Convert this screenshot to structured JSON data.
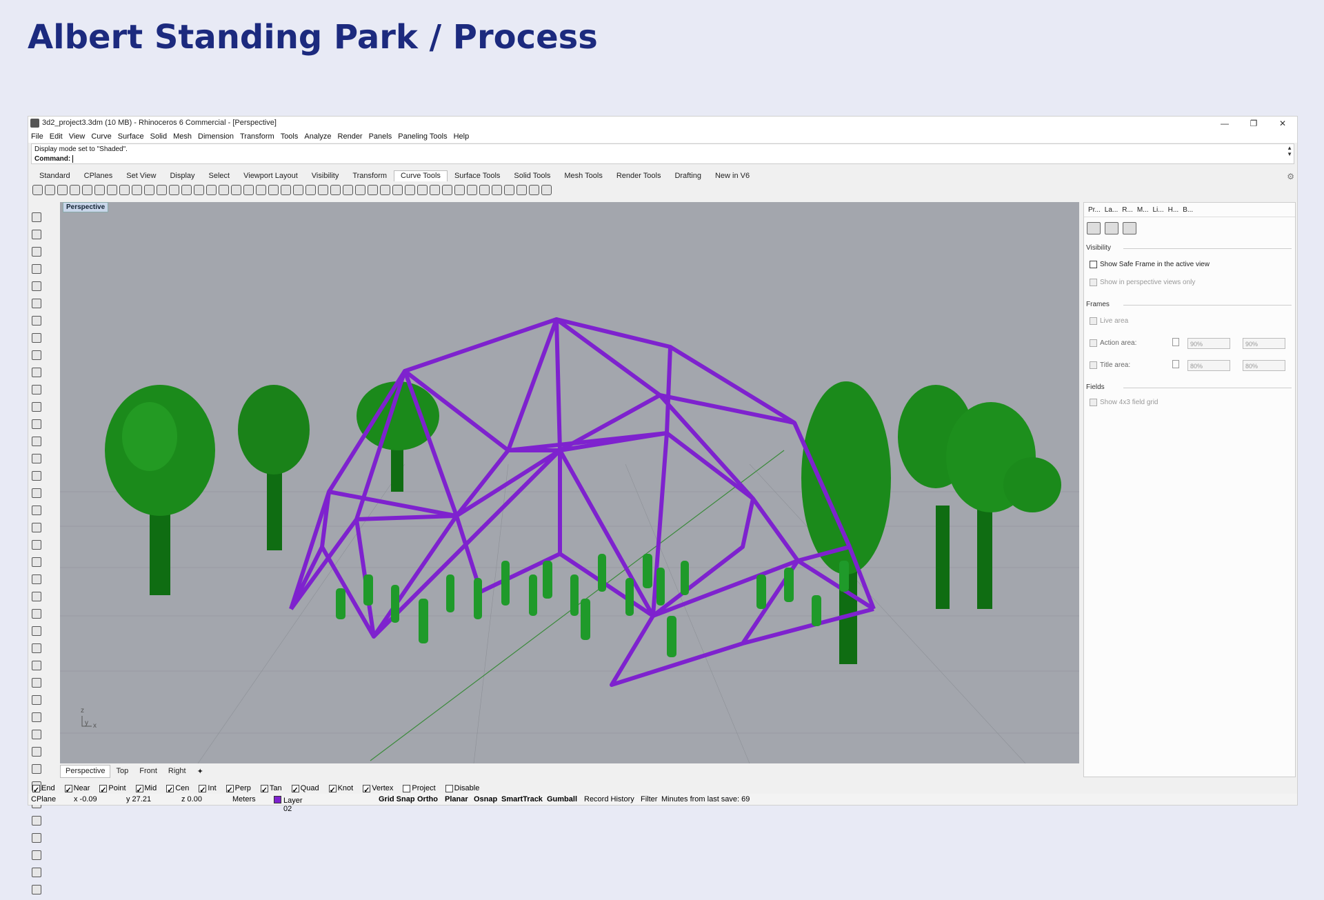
{
  "page": {
    "title": "Albert Standing Park / Process"
  },
  "window": {
    "title": "3d2_project3.3dm (10 MB) - Rhinoceros 6 Commercial - [Perspective]",
    "buttons": [
      "—",
      "❐",
      "✕"
    ]
  },
  "menu": [
    "File",
    "Edit",
    "View",
    "Curve",
    "Surface",
    "Solid",
    "Mesh",
    "Dimension",
    "Transform",
    "Tools",
    "Analyze",
    "Render",
    "Panels",
    "Paneling Tools",
    "Help"
  ],
  "command": {
    "history": "Display mode set to \"Shaded\".",
    "prompt": "Command:"
  },
  "toolbar_tabs": [
    "Standard",
    "CPlanes",
    "Set View",
    "Display",
    "Select",
    "Viewport Layout",
    "Visibility",
    "Transform",
    "Curve Tools",
    "Surface Tools",
    "Solid Tools",
    "Mesh Tools",
    "Render Tools",
    "Drafting",
    "New in V6"
  ],
  "active_toolbar_tab": "Curve Tools",
  "viewport": {
    "label": "Perspective",
    "axes": {
      "z": "z",
      "y": "y",
      "x": "x"
    }
  },
  "viewport_tabs": [
    "Perspective",
    "Top",
    "Front",
    "Right",
    "✦"
  ],
  "panel": {
    "tabs": [
      "Pr...",
      "La...",
      "R...",
      "M...",
      "Li...",
      "H...",
      "B..."
    ],
    "sections": {
      "visibility": "Visibility",
      "frames": "Frames",
      "fields": "Fields"
    },
    "show_safe_frame": "Show Safe Frame in the active view",
    "perspective_only": "Show in perspective views only",
    "live_area": "Live area",
    "action_area": {
      "label": "Action area:",
      "v1": "90%",
      "v2": "90%"
    },
    "title_area": {
      "label": "Title area:",
      "v1": "80%",
      "v2": "80%"
    },
    "field_grid": "Show 4x3 field grid"
  },
  "osnaps": [
    {
      "label": "End",
      "checked": true
    },
    {
      "label": "Near",
      "checked": true
    },
    {
      "label": "Point",
      "checked": true
    },
    {
      "label": "Mid",
      "checked": true
    },
    {
      "label": "Cen",
      "checked": true
    },
    {
      "label": "Int",
      "checked": true
    },
    {
      "label": "Perp",
      "checked": true
    },
    {
      "label": "Tan",
      "checked": true
    },
    {
      "label": "Quad",
      "checked": true
    },
    {
      "label": "Knot",
      "checked": true
    },
    {
      "label": "Vertex",
      "checked": true
    },
    {
      "label": "Project",
      "checked": false
    },
    {
      "label": "Disable",
      "checked": false
    }
  ],
  "status": {
    "cplane": "CPlane",
    "x": "x -0.09",
    "y": "y 27.21",
    "z": "z 0.00",
    "units": "Meters",
    "layer": "Layer 02",
    "grid_snap": "Grid Snap",
    "ortho": "Ortho",
    "planar": "Planar",
    "osnap": "Osnap",
    "smarttrack": "SmartTrack",
    "gumball": "Gumball",
    "record_history": "Record History",
    "filter": "Filter",
    "save_info": "Minutes from last save: 69"
  },
  "colors": {
    "dome": "#7e22ce",
    "trees": "#1b8a1b",
    "people": "#1f9a2a",
    "viewport_bg": "#a3a6ad",
    "title": "#1c2a7e"
  }
}
